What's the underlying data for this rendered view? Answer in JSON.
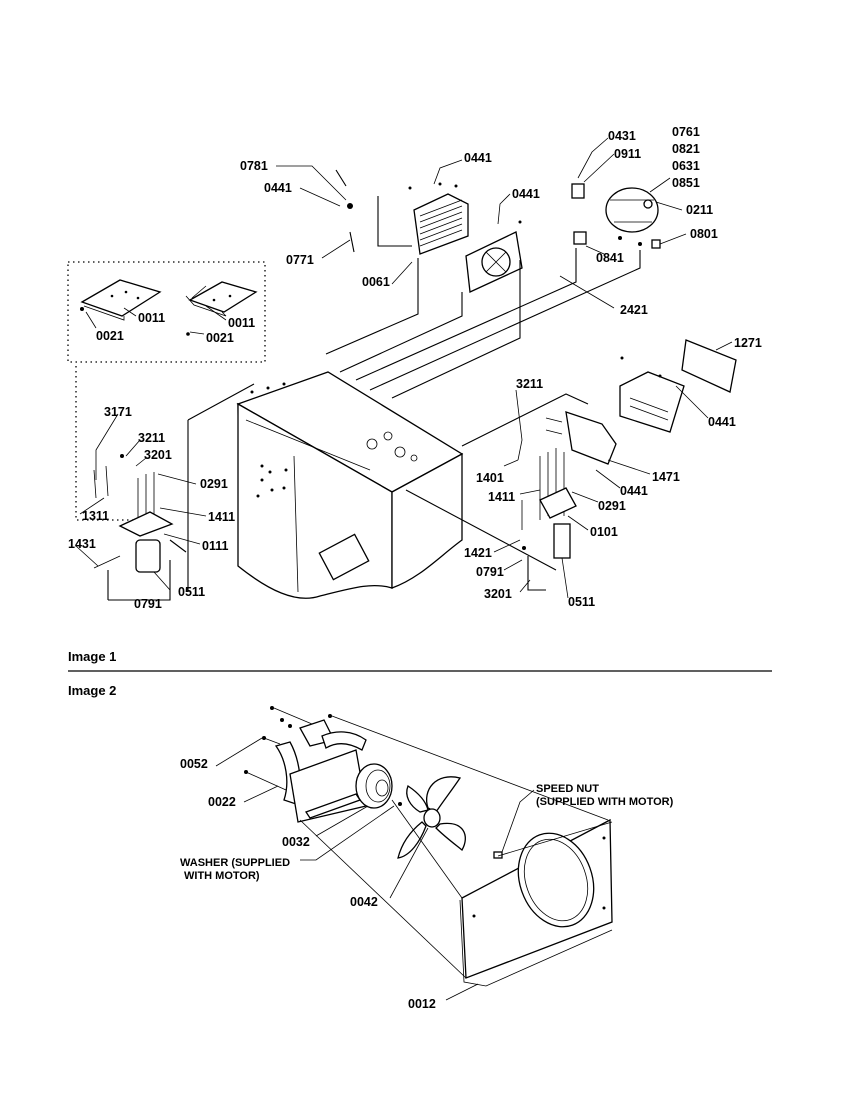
{
  "image1": {
    "caption": "Image 1",
    "labels": {
      "p0431": "0431",
      "p0911": "0911",
      "p0761": "0761",
      "p0821": "0821",
      "p0631": "0631",
      "p0851": "0851",
      "p0781": "0781",
      "p0441_a": "0441",
      "p0441_b": "0441",
      "p0441_c": "0441",
      "p0211": "0211",
      "p0801": "0801",
      "p0771": "0771",
      "p0841": "0841",
      "p0061": "0061",
      "p2421": "2421",
      "p0011_a": "0011",
      "p0011_b": "0011",
      "p0021_a": "0021",
      "p0021_b": "0021",
      "p1271": "1271",
      "p3211_r": "3211",
      "p0441_d": "0441",
      "p3171": "3171",
      "p3211_l": "3211",
      "p3201_l": "3201",
      "p0291_l": "0291",
      "p1401": "1401",
      "p1471": "1471",
      "p0441_e": "0441",
      "p1411_r": "1411",
      "p0291_r": "0291",
      "p1311": "1311",
      "p1411_l": "1411",
      "p0101": "0101",
      "p0111": "0111",
      "p1431": "1431",
      "p1421": "1421",
      "p0791_r": "0791",
      "p3201_r": "3201",
      "p0511_r": "0511",
      "p0511_l": "0511",
      "p0791_l": "0791"
    }
  },
  "image2": {
    "caption": "Image 2",
    "labels": {
      "p0052": "0052",
      "p0022": "0022",
      "p0032": "0032",
      "p0042": "0042",
      "p0012": "0012",
      "speed_nut_1": "SPEED NUT",
      "speed_nut_2": "(SUPPLIED WITH MOTOR)",
      "washer_1": "WASHER (SUPPLIED",
      "washer_2": "WITH MOTOR)"
    }
  }
}
